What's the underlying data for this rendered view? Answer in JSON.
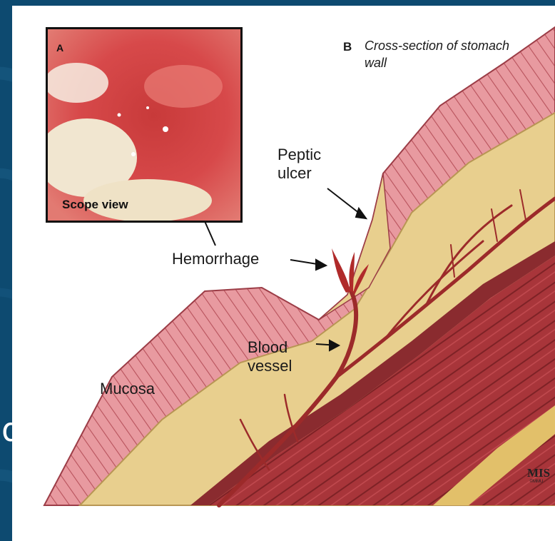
{
  "slide": {
    "edge_fragment": "d"
  },
  "diagram": {
    "panel_b_letter": "B",
    "panel_b_title": "Cross-section of stomach wall",
    "labels": {
      "peptic_ulcer": "Peptic ulcer",
      "hemorrhage": "Hemorrhage",
      "blood_vessel": "Blood vessel",
      "mucosa": "Mucosa"
    },
    "inset": {
      "letter": "A",
      "caption": "Scope view"
    },
    "signature": {
      "monogram": "MIS",
      "small": "©MMU"
    }
  },
  "colors": {
    "background": "#0d4a70",
    "mucosa": "#e89aa0",
    "submucosa": "#e8cf8e",
    "muscle": "#a8353a",
    "vessel": "#9c2a2a"
  }
}
